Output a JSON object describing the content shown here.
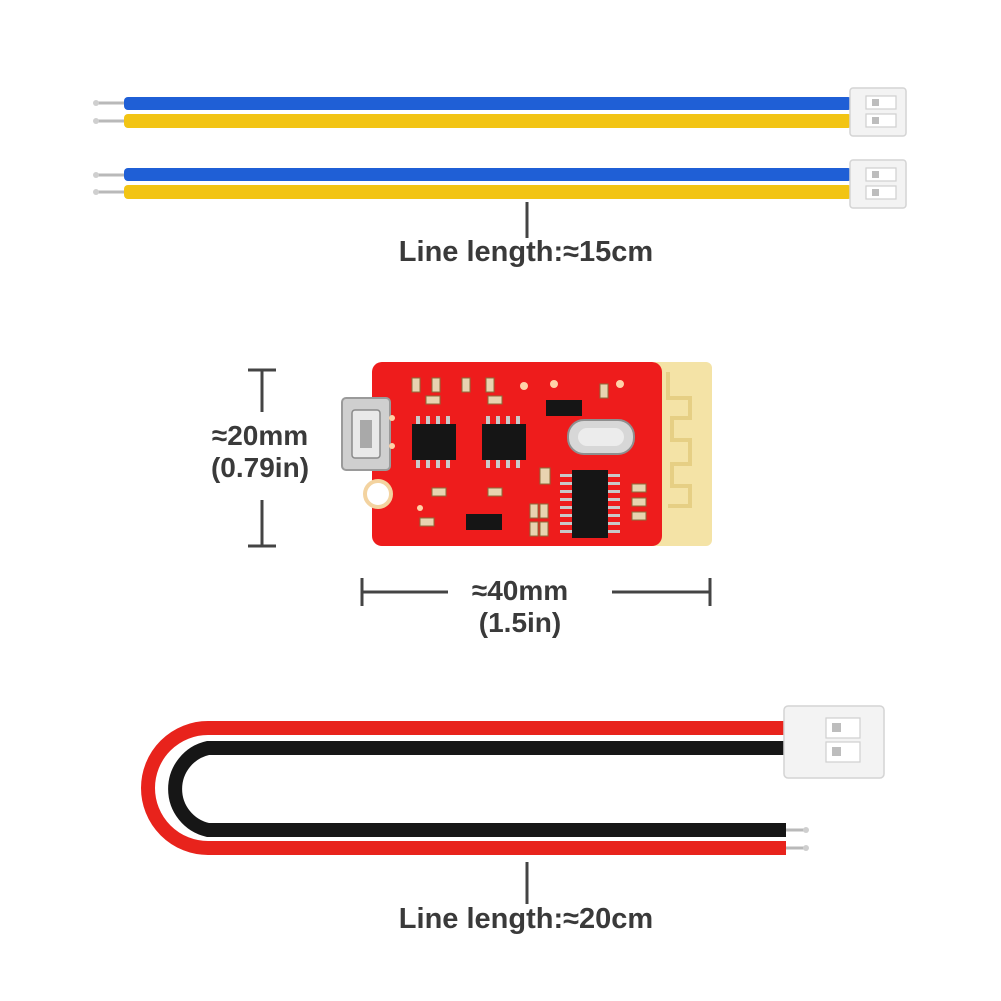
{
  "colors": {
    "wire_blue": "#1f5fd6",
    "wire_yellow": "#f2c414",
    "wire_red": "#e8231c",
    "wire_black": "#161616",
    "pcb_red": "#ee1c1c",
    "antenna_gold": "#f4e3a6",
    "connector_white": "#f3f3f3",
    "dimension_gray": "#444444"
  },
  "labels": {
    "line_length_15": "Line length:≈15cm",
    "height_mm": "≈20mm",
    "height_in": "(0.79in)",
    "width_mm": "≈40mm",
    "width_in": "(1.5in)",
    "line_length_20": "Line length:≈20cm"
  }
}
